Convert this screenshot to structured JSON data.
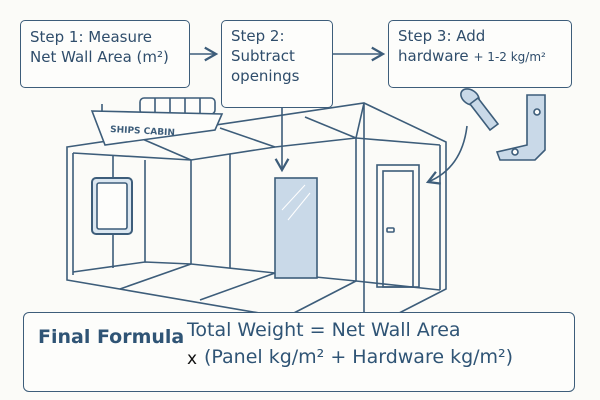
{
  "steps": [
    {
      "line1": "Step 1: Measure",
      "line2": "Net Wall Area (m²)"
    },
    {
      "line1": "Step 2:",
      "line2": "Subtract",
      "line3": "openings"
    },
    {
      "line1": "Step 3: Add",
      "line2a": "hardware",
      "line2b": "+ 1-2 kg/m²"
    }
  ],
  "illustration": {
    "ship_label": "SHIPS CABIN"
  },
  "final": {
    "label": "Final Formula",
    "line1": "Total Weight = Net Wall Area",
    "multiply": "x",
    "line2": "(Panel kg/m²  + Hardware kg/m²)"
  },
  "colors": {
    "line": "#3d5d7a",
    "fill": "#c9d9e8"
  }
}
